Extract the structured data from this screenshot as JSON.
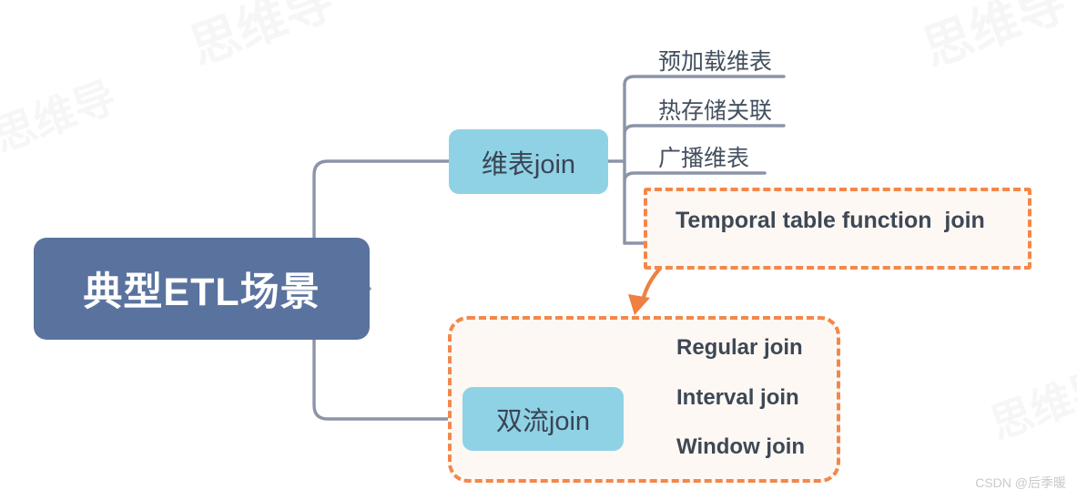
{
  "diagram": {
    "type": "mindmap",
    "title": "典型ETL场景",
    "root": {
      "label": "典型ETL场景",
      "color": "#5a729e",
      "text_color": "#ffffff"
    },
    "branches": [
      {
        "id": "dim-join",
        "label": "维表join",
        "color": "#8fd2e6",
        "text_color": "#394453",
        "leaves": [
          {
            "label": "预加载维表",
            "script": "cn"
          },
          {
            "label": "热存储关联",
            "script": "cn"
          },
          {
            "label": "广播维表",
            "script": "cn"
          },
          {
            "label": "Temporal table function  join",
            "script": "en",
            "highlighted": true
          }
        ]
      },
      {
        "id": "dual-stream-join",
        "label": "双流join",
        "color": "#8fd2e6",
        "text_color": "#394453",
        "highlighted": true,
        "leaves": [
          {
            "label": "Regular join",
            "script": "en"
          },
          {
            "label": "Interval join",
            "script": "en"
          },
          {
            "label": "Window join",
            "script": "en"
          }
        ]
      }
    ],
    "annotations": [
      {
        "id": "temporal-to-dual-arrow",
        "kind": "arrow",
        "color": "#f2884b",
        "from": "Temporal table function  join",
        "to": "双流join"
      }
    ],
    "highlight_color": "#f2884b",
    "highlight_fill": "#fdf8f3",
    "connector_color": "#8b94a8",
    "background": "#ffffff"
  },
  "watermarks": {
    "background_text": "思维导",
    "credit": "CSDN @后季暖"
  }
}
